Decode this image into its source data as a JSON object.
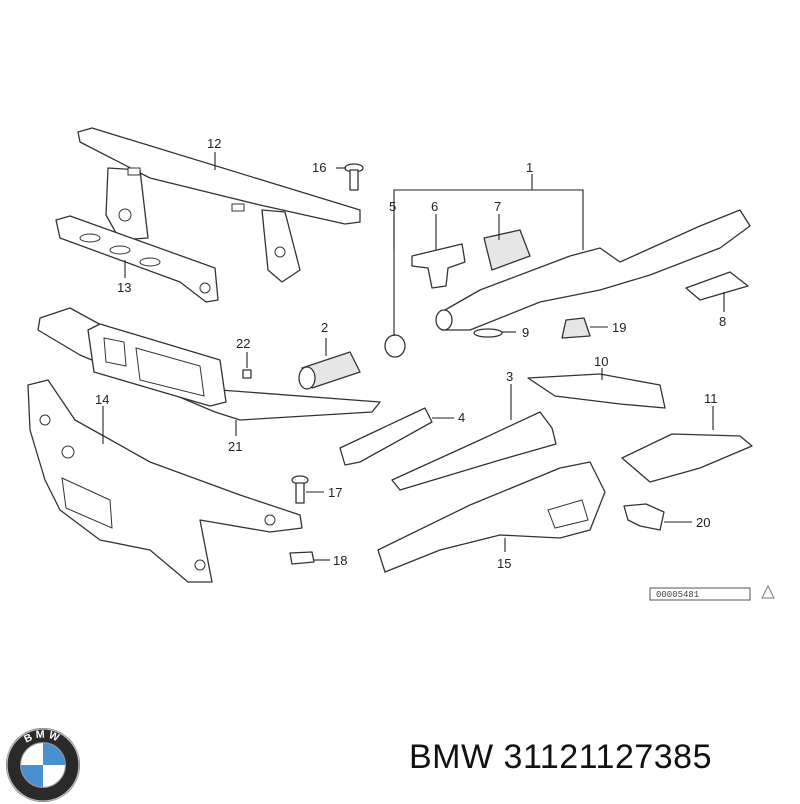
{
  "callouts": [
    "1",
    "2",
    "3",
    "4",
    "5",
    "6",
    "7",
    "8",
    "9",
    "10",
    "11",
    "12",
    "13",
    "14",
    "15",
    "16",
    "17",
    "18",
    "19",
    "20",
    "21",
    "22"
  ],
  "reference_code": "00005481",
  "brand": "BMW",
  "part_number": "31121127385",
  "logo_text": "BMW",
  "colors": {
    "line": "#333333",
    "shade": "#e6e6e6",
    "background": "#ffffff"
  }
}
